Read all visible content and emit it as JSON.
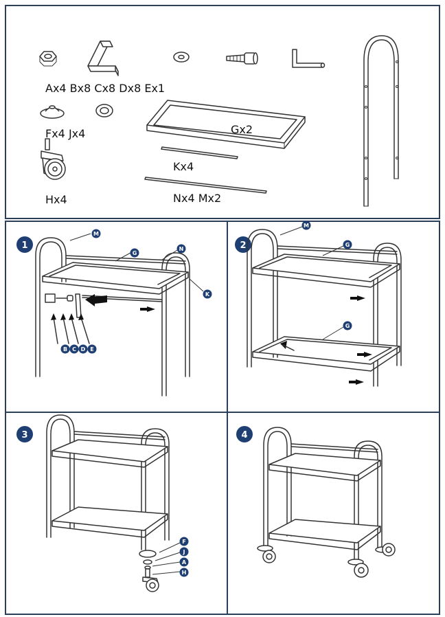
{
  "parts": {
    "row1": "Ax4 Bx8 Cx8 Dx8 Ex1",
    "row2": "Fx4 Jx4",
    "tray": "Gx2",
    "short_rod": "Kx4",
    "caster": "Hx4",
    "long_rods": "Nx4 Mx2"
  },
  "steps": [
    {
      "number": "1",
      "callouts": [
        "M",
        "G",
        "N",
        "K",
        "B",
        "C",
        "D",
        "E"
      ]
    },
    {
      "number": "2",
      "callouts": [
        "M",
        "G",
        "G"
      ]
    },
    {
      "number": "3",
      "callouts": [
        "F",
        "J",
        "A",
        "H"
      ]
    },
    {
      "number": "4",
      "callouts": []
    }
  ],
  "colors": {
    "badge": "#1f3f73",
    "frame": "#2b3f5c",
    "line": "#333333"
  }
}
